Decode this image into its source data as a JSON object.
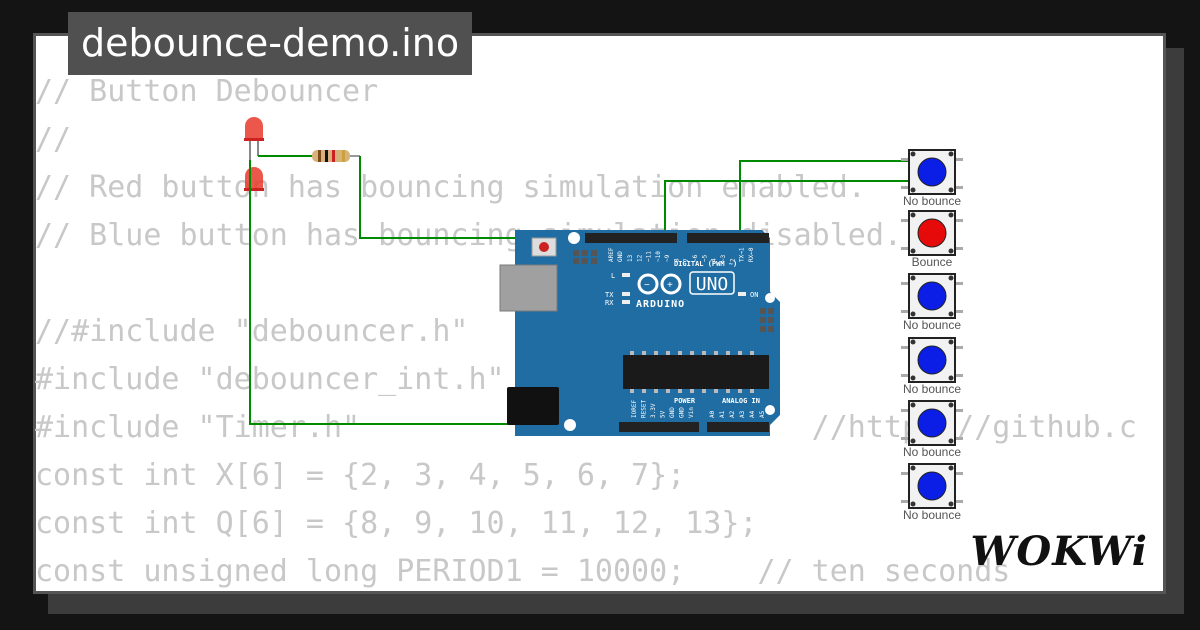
{
  "title": "debounce-demo.ino",
  "code_lines": [
    "// Button Debouncer",
    "//",
    "// Red button has bouncing simulation enabled.",
    "// Blue button has bouncing simulation disabled.",
    "",
    "//#include \"debouncer.h\"",
    "#include \"debouncer_int.h\"",
    "#include \"Timer.h\"                         //https://github.c",
    "const int X[6] = {2, 3, 4, 5, 6, 7};",
    "const int Q[6] = {8, 9, 10, 11, 12, 13};",
    "const unsigned long PERIOD1 = 10000;    // ten seconds"
  ],
  "buttons": [
    {
      "label": "No bounce",
      "color": "#0a1ee6"
    },
    {
      "label": "Bounce",
      "color": "#e60a0a"
    },
    {
      "label": "No bounce",
      "color": "#0a1ee6"
    },
    {
      "label": "No bounce",
      "color": "#0a1ee6"
    },
    {
      "label": "No bounce",
      "color": "#0a1ee6"
    },
    {
      "label": "No bounce",
      "color": "#0a1ee6"
    }
  ],
  "board": {
    "brand": "ARDUINO",
    "model": "UNO",
    "digital_label": "DIGITAL (PWM ~)",
    "analog_label": "ANALOG IN",
    "power_label": "POWER",
    "on_label": "ON",
    "aref": "AREF",
    "gnd": "GND",
    "tx": "TX",
    "rx": "RX",
    "l": "L",
    "digital_pins": [
      "13",
      "12",
      "~11",
      "~10",
      "~9",
      "8",
      "7",
      "~6",
      "~5",
      "4",
      "~3",
      "2",
      "TX→1",
      "RX←0"
    ],
    "power_pins": [
      "IOREF",
      "RESET",
      "3.3V",
      "5V",
      "GND",
      "GND",
      "Vin"
    ],
    "analog_pins": [
      "A0",
      "A1",
      "A2",
      "A3",
      "A4",
      "A5"
    ]
  },
  "colors": {
    "wire": "#008a00",
    "board": "#1f6da3",
    "led": "#e83a2a"
  },
  "logo": "WOKWi"
}
